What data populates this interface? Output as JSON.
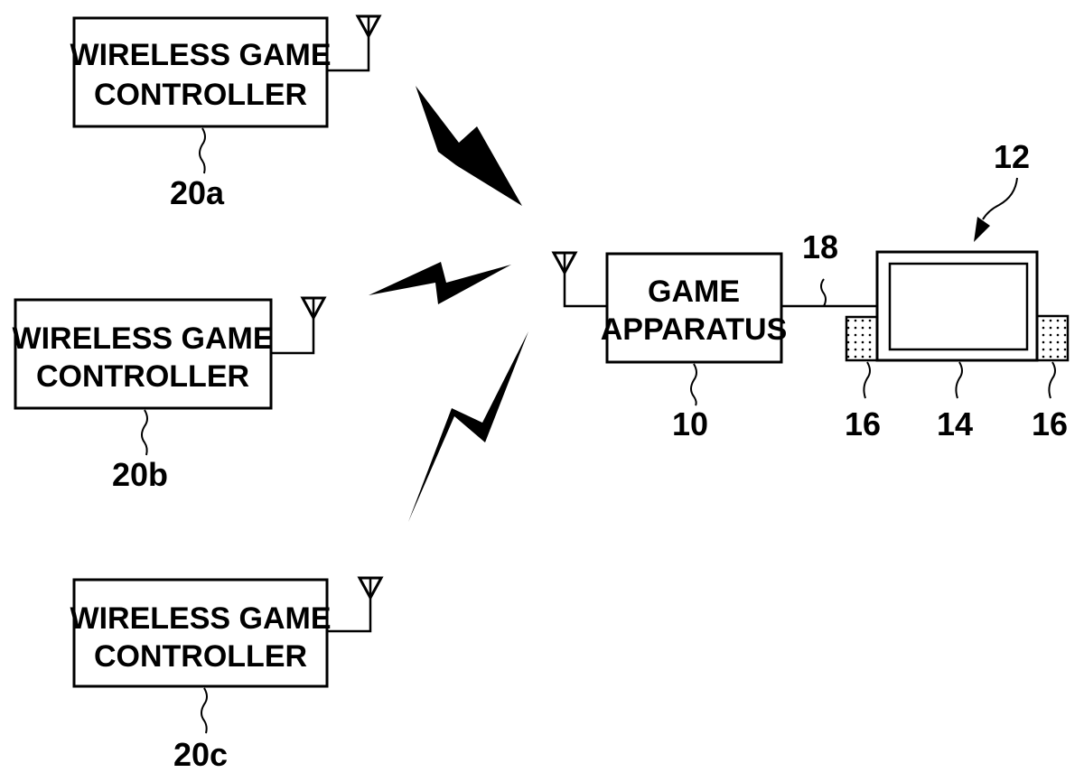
{
  "diagram": {
    "controllers": [
      {
        "line1": "WIRELESS GAME",
        "line2": "CONTROLLER",
        "ref": "20a"
      },
      {
        "line1": "WIRELESS GAME",
        "line2": "CONTROLLER",
        "ref": "20b"
      },
      {
        "line1": "WIRELESS GAME",
        "line2": "CONTROLLER",
        "ref": "20c"
      }
    ],
    "game_apparatus": {
      "line1": "GAME",
      "line2": "APPARATUS",
      "ref": "10"
    },
    "cable_ref": "18",
    "display_ref": "12",
    "screen_ref": "14",
    "speaker_left_ref": "16",
    "speaker_right_ref": "16"
  }
}
